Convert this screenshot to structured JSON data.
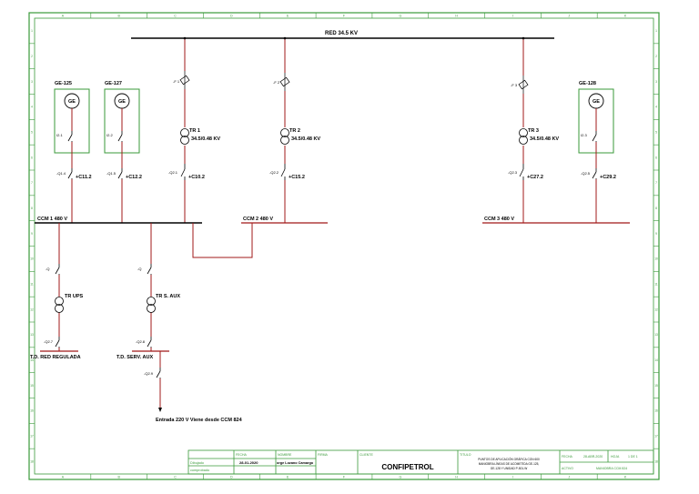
{
  "diagram": {
    "bus_main": "RED 34.5 KV",
    "buses": {
      "ccm1": "CCM 1 480 V",
      "ccm2": "CCM 2 480 V",
      "ccm3": "CCM 3 480 V"
    },
    "generators": {
      "ge125": {
        "title": "GE-125",
        "symbol": "GE",
        "breaker": "I2.1"
      },
      "ge127": {
        "title": "GE-127",
        "symbol": "GE",
        "breaker": "I2.2"
      },
      "ge128": {
        "title": "GE-128",
        "symbol": "GE",
        "breaker": "I2.3"
      }
    },
    "transformers": {
      "tr1": {
        "name": "TR 1",
        "rating": "34.5/0.48 KV"
      },
      "tr2": {
        "name": "TR 2",
        "rating": "34.5/0.48 KV"
      },
      "tr3": {
        "name": "TR 3",
        "rating": "34.5/0.48 KV"
      },
      "trups": {
        "name": "TR UPS"
      },
      "traux": {
        "name": "TR S. AUX"
      }
    },
    "fuses": {
      "f1": "-F 1",
      "f2": "-F 2",
      "f3": "-F 3"
    },
    "feeders": {
      "c112": "+C11.2",
      "c122": "+C12.2",
      "c102": "+C10.2",
      "c152": "+C15.2",
      "c272": "+C27.2",
      "c292": "+C29.2"
    },
    "feeder_breakers": {
      "q1": "-Q1.4",
      "q2": "-Q1.5",
      "q3": "-Q2.1",
      "q4": "-Q2.2",
      "q5": "-Q2.3",
      "q6": "-Q2.5"
    },
    "branch_breakers": {
      "b1": "-Q",
      "b2": "-Q",
      "b3": "-Q2.7",
      "b4": "-Q2.8",
      "b5": "-Q2.9"
    },
    "loads": {
      "regulada": "T.D. RED REGULADA",
      "aux": "T.D. SERV. AUX"
    },
    "incoming": "Entrada 220 V Viene desde CCM 824"
  },
  "border": {
    "cols": [
      "A",
      "B",
      "C",
      "D",
      "E",
      "F",
      "G",
      "H",
      "I",
      "J",
      "K"
    ],
    "rows": [
      "1",
      "2",
      "3",
      "4",
      "5",
      "6",
      "7",
      "8",
      "9",
      "10",
      "11",
      "12",
      "13",
      "14",
      "15",
      "16",
      "17",
      "18"
    ]
  },
  "title_block": {
    "fecha_label": "FECHA",
    "nombre_label": "NOMBRE",
    "firma_label": "FIRMA",
    "dibujado_label": "Dibujado",
    "comprobado_label": "comprobado",
    "date_value": "28-01-2020",
    "author_value": "orge Lozano Camargo",
    "cliente_label": "CLIENTE",
    "company": "CONFIPETROL",
    "titulo_label": "TITULO",
    "titulo_text_1": "PUNTOS DE APLICACIÓN GRÁFICA CON 600",
    "titulo_text_2": "MANIOBRA LÍNEAS DE ACOMETIDA GE-125,",
    "titulo_text_3": "GE-128 Y UNIDAD P-501-W",
    "fecha2_label": "FECHA",
    "fecha2_value": "28-ABR-2020",
    "hoja_label": "HOJA",
    "hoja_value": "1 DE 1",
    "activo_label": "ACTIVO",
    "activo_value": "MANIOBRA CCM 824"
  }
}
